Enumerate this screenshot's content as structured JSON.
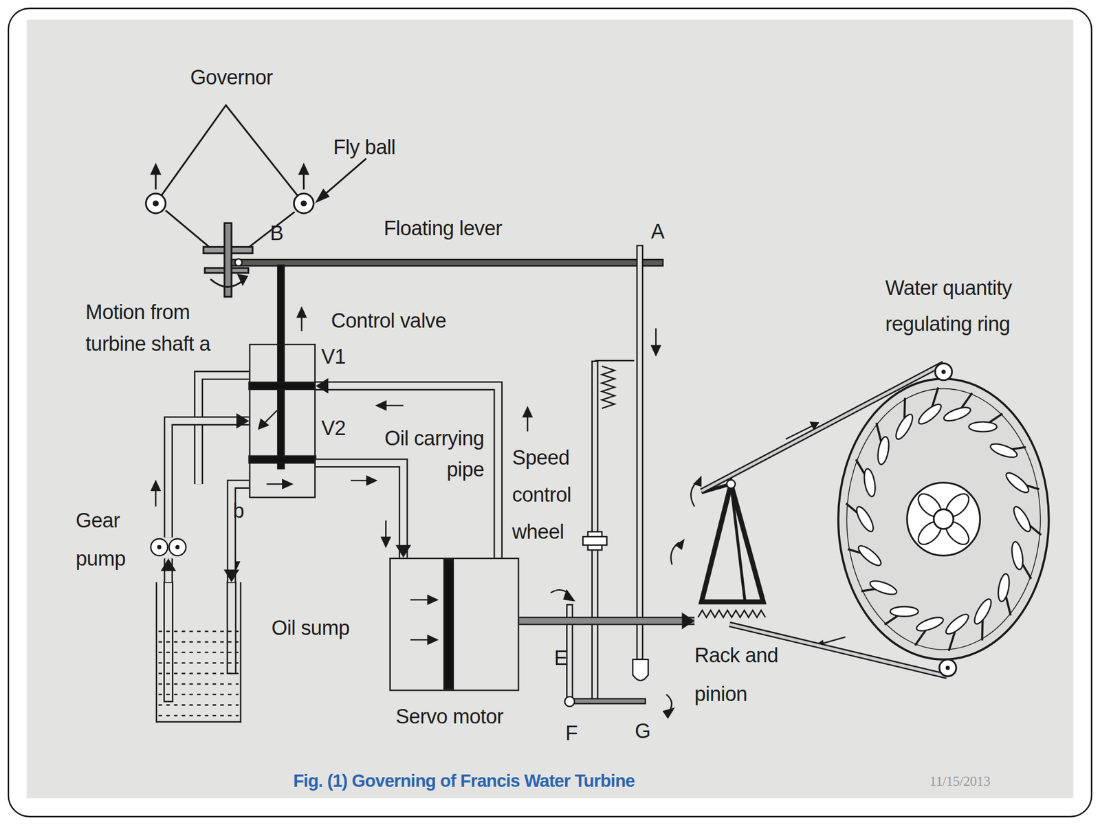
{
  "diagram": {
    "caption": "Fig. (1) Governing of Francis Water Turbine",
    "nodes": [
      {
        "text": [
          "Governor"
        ]
      },
      {
        "text": [
          "Control valve"
        ]
      },
      {
        "text": [
          "Servo motor"
        ]
      },
      {
        "text": [
          "Oil sump"
        ]
      },
      {
        "text": [
          "Gear pump"
        ]
      },
      {
        "text": [
          "Rack and pinion"
        ]
      },
      {
        "text": [
          "Water quantity regulating ring"
        ]
      }
    ],
    "edges": [
      {
        "from": 3,
        "to": 4,
        "arrow": "to"
      },
      {
        "from": 4,
        "to": 1,
        "arrow": "to"
      },
      {
        "from": 1,
        "to": 3,
        "label": "b",
        "arrow": "to"
      },
      {
        "from": 1,
        "to": 2,
        "label": "Oil carrying pipe",
        "arrow": "to"
      },
      {
        "from": 2,
        "to": 1,
        "arrow": "to"
      },
      {
        "from": 2,
        "to": 5,
        "arrow": "to"
      },
      {
        "from": 5,
        "to": 6,
        "arrow": "none"
      },
      {
        "from": 5,
        "to": 6,
        "arrow": "none"
      }
    ],
    "labels": [
      "Fly ball",
      "B",
      "Floating lever",
      "A",
      "Motion from turbine shaft a",
      "V1",
      "V2",
      "Speed control wheel",
      "E",
      "F",
      "G",
      "11/15/2013"
    ]
  }
}
